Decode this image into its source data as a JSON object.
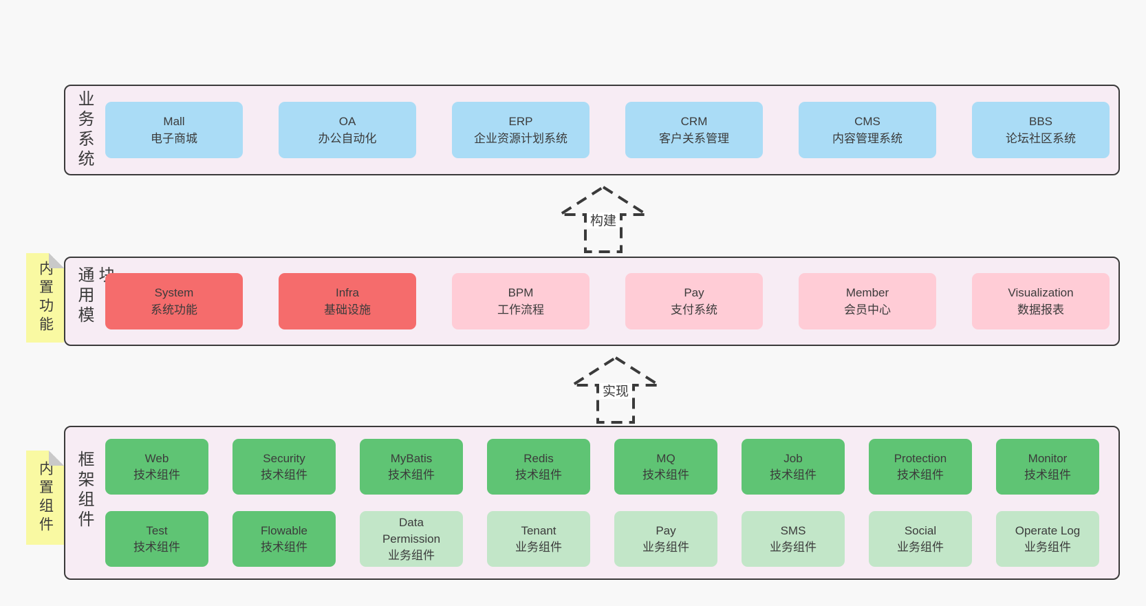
{
  "colors": {
    "page_bg": "#f8f8f8",
    "panel_bg": "#f7ecf4",
    "panel_border": "#3a3a3a",
    "blue": "#aadcf6",
    "red": "#f56c6c",
    "pink": "#ffccd6",
    "green": "#5fc474",
    "light_green": "#c2e6c8",
    "note_yellow": "#f9f9a2",
    "note_fold_gray": "#c9c9c9",
    "text": "#3a3a3a"
  },
  "sections": {
    "business_systems": {
      "label": "业务系统",
      "boxes": [
        {
          "name": "Mall",
          "desc": "电子商城",
          "color": "blue"
        },
        {
          "name": "OA",
          "desc": "办公自动化",
          "color": "blue"
        },
        {
          "name": "ERP",
          "desc": "企业资源计划系统",
          "color": "blue"
        },
        {
          "name": "CRM",
          "desc": "客户关系管理",
          "color": "blue"
        },
        {
          "name": "CMS",
          "desc": "内容管理系统",
          "color": "blue"
        },
        {
          "name": "BBS",
          "desc": "论坛社区系统",
          "color": "blue"
        }
      ]
    },
    "common_modules": {
      "label": "通用模块",
      "note": "内置功能",
      "boxes": [
        {
          "name": "System",
          "desc": "系统功能",
          "color": "red"
        },
        {
          "name": "Infra",
          "desc": "基础设施",
          "color": "red"
        },
        {
          "name": "BPM",
          "desc": "工作流程",
          "color": "pink"
        },
        {
          "name": "Pay",
          "desc": "支付系统",
          "color": "pink"
        },
        {
          "name": "Member",
          "desc": "会员中心",
          "color": "pink"
        },
        {
          "name": "Visualization",
          "desc": "数据报表",
          "color": "pink"
        }
      ]
    },
    "framework_components": {
      "label": "框架组件",
      "note": "内置组件",
      "rows": [
        [
          {
            "name": "Web",
            "desc": "技术组件",
            "color": "green"
          },
          {
            "name": "Security",
            "desc": "技术组件",
            "color": "green"
          },
          {
            "name": "MyBatis",
            "desc": "技术组件",
            "color": "green"
          },
          {
            "name": "Redis",
            "desc": "技术组件",
            "color": "green"
          },
          {
            "name": "MQ",
            "desc": "技术组件",
            "color": "green"
          },
          {
            "name": "Job",
            "desc": "技术组件",
            "color": "green"
          },
          {
            "name": "Protection",
            "desc": "技术组件",
            "color": "green"
          },
          {
            "name": "Monitor",
            "desc": "技术组件",
            "color": "green"
          }
        ],
        [
          {
            "name": "Test",
            "desc": "技术组件",
            "color": "green"
          },
          {
            "name": "Flowable",
            "desc": "技术组件",
            "color": "green"
          },
          {
            "name": "Data Permission",
            "desc": "业务组件",
            "color": "lightgreen"
          },
          {
            "name": "Tenant",
            "desc": "业务组件",
            "color": "lightgreen"
          },
          {
            "name": "Pay",
            "desc": "业务组件",
            "color": "lightgreen"
          },
          {
            "name": "SMS",
            "desc": "业务组件",
            "color": "lightgreen"
          },
          {
            "name": "Social",
            "desc": "业务组件",
            "color": "lightgreen"
          },
          {
            "name": "Operate Log",
            "desc": "业务组件",
            "color": "lightgreen"
          }
        ]
      ]
    }
  },
  "arrows": [
    {
      "label": "构建"
    },
    {
      "label": "实现"
    }
  ]
}
